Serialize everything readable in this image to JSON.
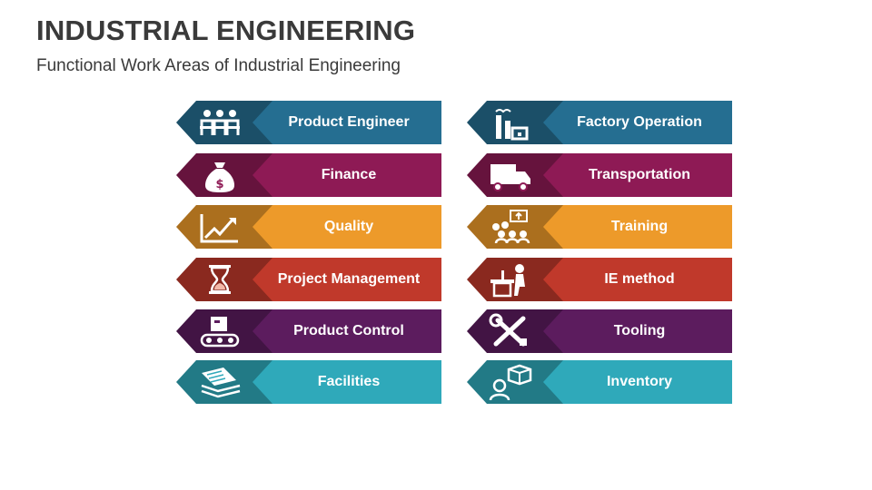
{
  "header": {
    "title": "INDUSTRIAL ENGINEERING",
    "subtitle": "Functional Work Areas of Industrial Engineering"
  },
  "colors": {
    "blue": "#256e91",
    "magenta": "#8e1a55",
    "orange": "#ed9a2a",
    "red": "#c0392b",
    "purple": "#5c1c5e",
    "teal": "#2fa9ba"
  },
  "left_column": [
    {
      "label": "Product Engineer",
      "color": "#256e91",
      "icon": "meeting-people-icon"
    },
    {
      "label": "Finance",
      "color": "#8e1a55",
      "icon": "money-bag-icon"
    },
    {
      "label": "Quality",
      "color": "#ed9a2a",
      "icon": "growth-chart-icon"
    },
    {
      "label": "Project Management",
      "color": "#c0392b",
      "icon": "hourglass-icon"
    },
    {
      "label": "Product Control",
      "color": "#5c1c5e",
      "icon": "conveyor-box-icon"
    },
    {
      "label": "Facilities",
      "color": "#2fa9ba",
      "icon": "documents-stack-icon"
    }
  ],
  "right_column": [
    {
      "label": "Factory Operation",
      "color": "#256e91",
      "icon": "factory-icon"
    },
    {
      "label": "Transportation",
      "color": "#8e1a55",
      "icon": "truck-icon"
    },
    {
      "label": "Training",
      "color": "#ed9a2a",
      "icon": "training-group-icon"
    },
    {
      "label": "IE method",
      "color": "#c0392b",
      "icon": "desk-worker-icon"
    },
    {
      "label": "Tooling",
      "color": "#5c1c5e",
      "icon": "wrench-screwdriver-icon"
    },
    {
      "label": "Inventory",
      "color": "#2fa9ba",
      "icon": "inventory-person-icon"
    }
  ]
}
